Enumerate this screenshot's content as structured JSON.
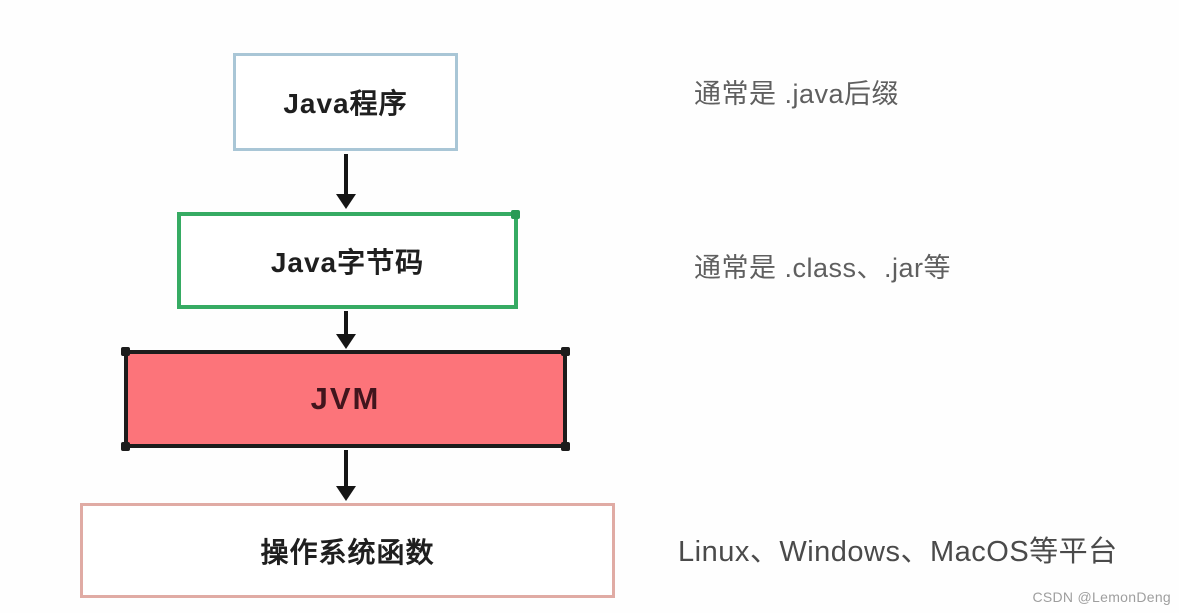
{
  "diagram": {
    "title_implicit": "Java program execution flow",
    "nodes": [
      {
        "id": "java-program",
        "label": "Java程序",
        "border_color": "#a9c6d6",
        "fill_color": "#ffffff",
        "text_color": "#1f1f1f"
      },
      {
        "id": "java-bytecode",
        "label": "Java字节码",
        "border_color": "#36ab63",
        "fill_color": "#ffffff",
        "text_color": "#1f1f1f"
      },
      {
        "id": "jvm",
        "label": "JVM",
        "border_color": "#1c1c1c",
        "fill_color": "#fc747a",
        "text_color": "#41151d"
      },
      {
        "id": "os-functions",
        "label": "操作系统函数",
        "border_color": "#e0aba4",
        "fill_color": "#ffffff",
        "text_color": "#1f1f1f"
      }
    ],
    "edges": [
      {
        "from": "java-program",
        "to": "java-bytecode",
        "style": "arrow-down"
      },
      {
        "from": "java-bytecode",
        "to": "jvm",
        "style": "arrow-down"
      },
      {
        "from": "jvm",
        "to": "os-functions",
        "style": "arrow-down"
      }
    ],
    "annotations": [
      {
        "for": "java-program",
        "text": "通常是 .java后缀"
      },
      {
        "for": "java-bytecode",
        "text": "通常是 .class、.jar等"
      },
      {
        "for": "os-functions",
        "text": "Linux、Windows、MacOS等平台"
      }
    ]
  },
  "watermark": {
    "text": "CSDN @LemonDeng",
    "color": "#9e9e9e"
  }
}
